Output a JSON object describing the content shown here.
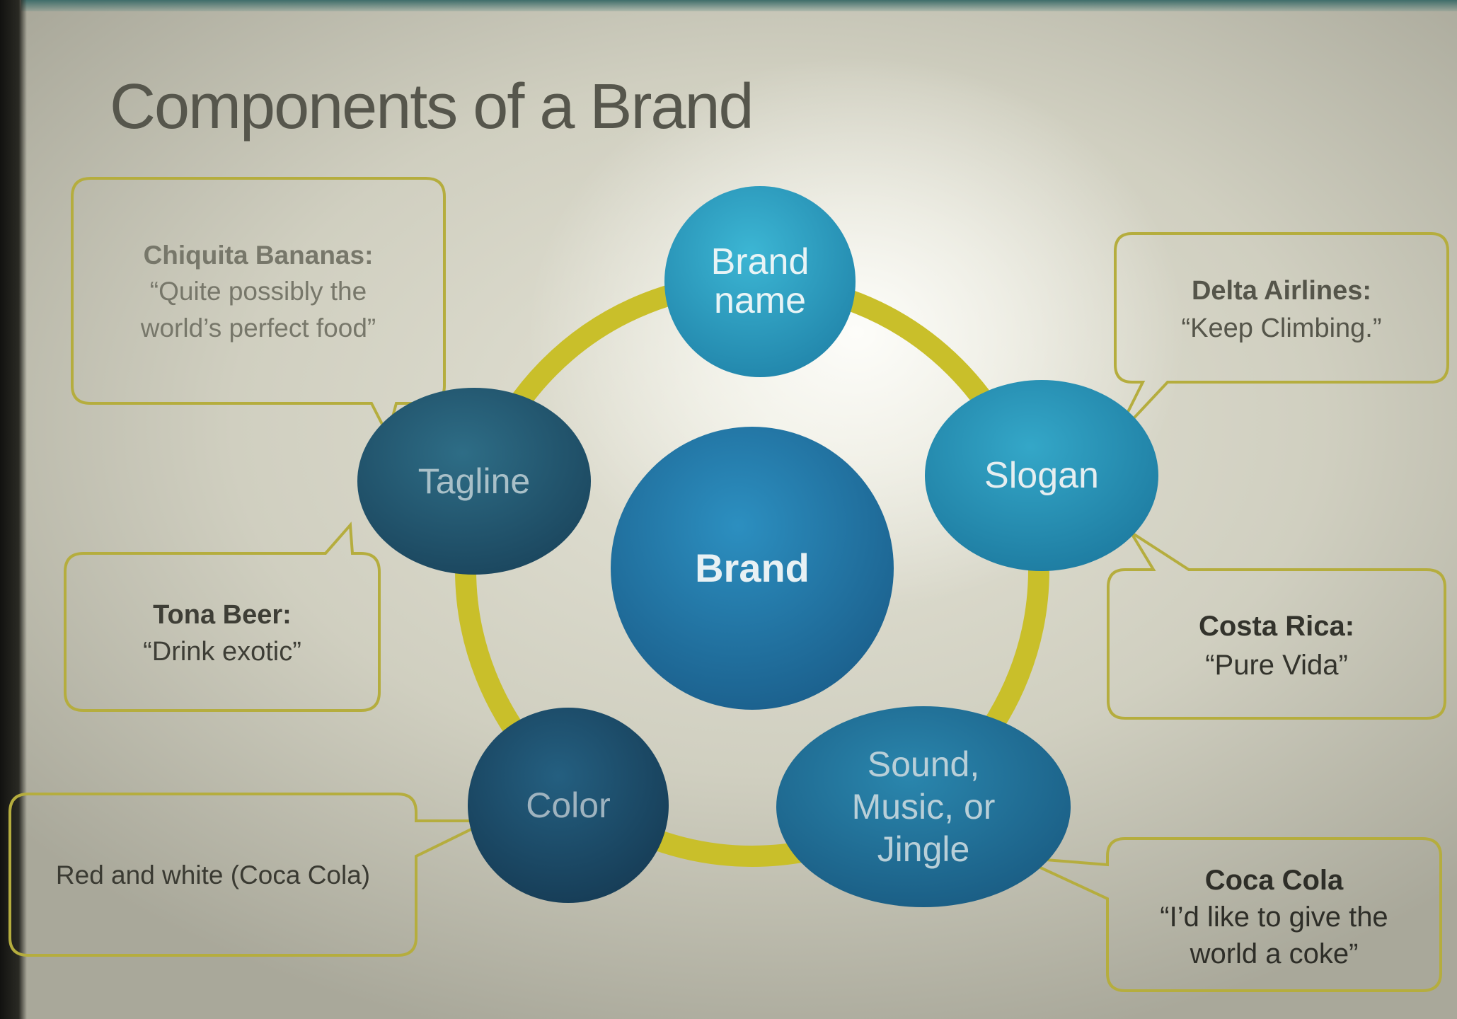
{
  "title": "Components of a Brand",
  "center": {
    "label": "Brand"
  },
  "components": [
    {
      "label": "Brand name"
    },
    {
      "label": "Slogan"
    },
    {
      "label": "Sound, Music, or Jingle"
    },
    {
      "label": "Color"
    },
    {
      "label": "Tagline"
    }
  ],
  "examples": [
    {
      "heading": "Chiquita Bananas:",
      "text": "“Quite possibly the world’s perfect food”"
    },
    {
      "heading": "Delta Airlines:",
      "text": "“Keep Climbing.”"
    },
    {
      "heading": "Tona Beer:",
      "text": "“Drink exotic”"
    },
    {
      "heading": "Costa Rica:",
      "text": "“Pure Vida”"
    },
    {
      "heading": "",
      "text": "Red and white (Coca Cola)"
    },
    {
      "heading": "Coca Cola",
      "text": "“I’d like to give the world a coke”"
    }
  ],
  "colors": {
    "ring": "#c9bf2a",
    "callout_border": "#b5ad3e",
    "node_top": "#2f9fc0",
    "node_dark": "#1f5e80"
  }
}
